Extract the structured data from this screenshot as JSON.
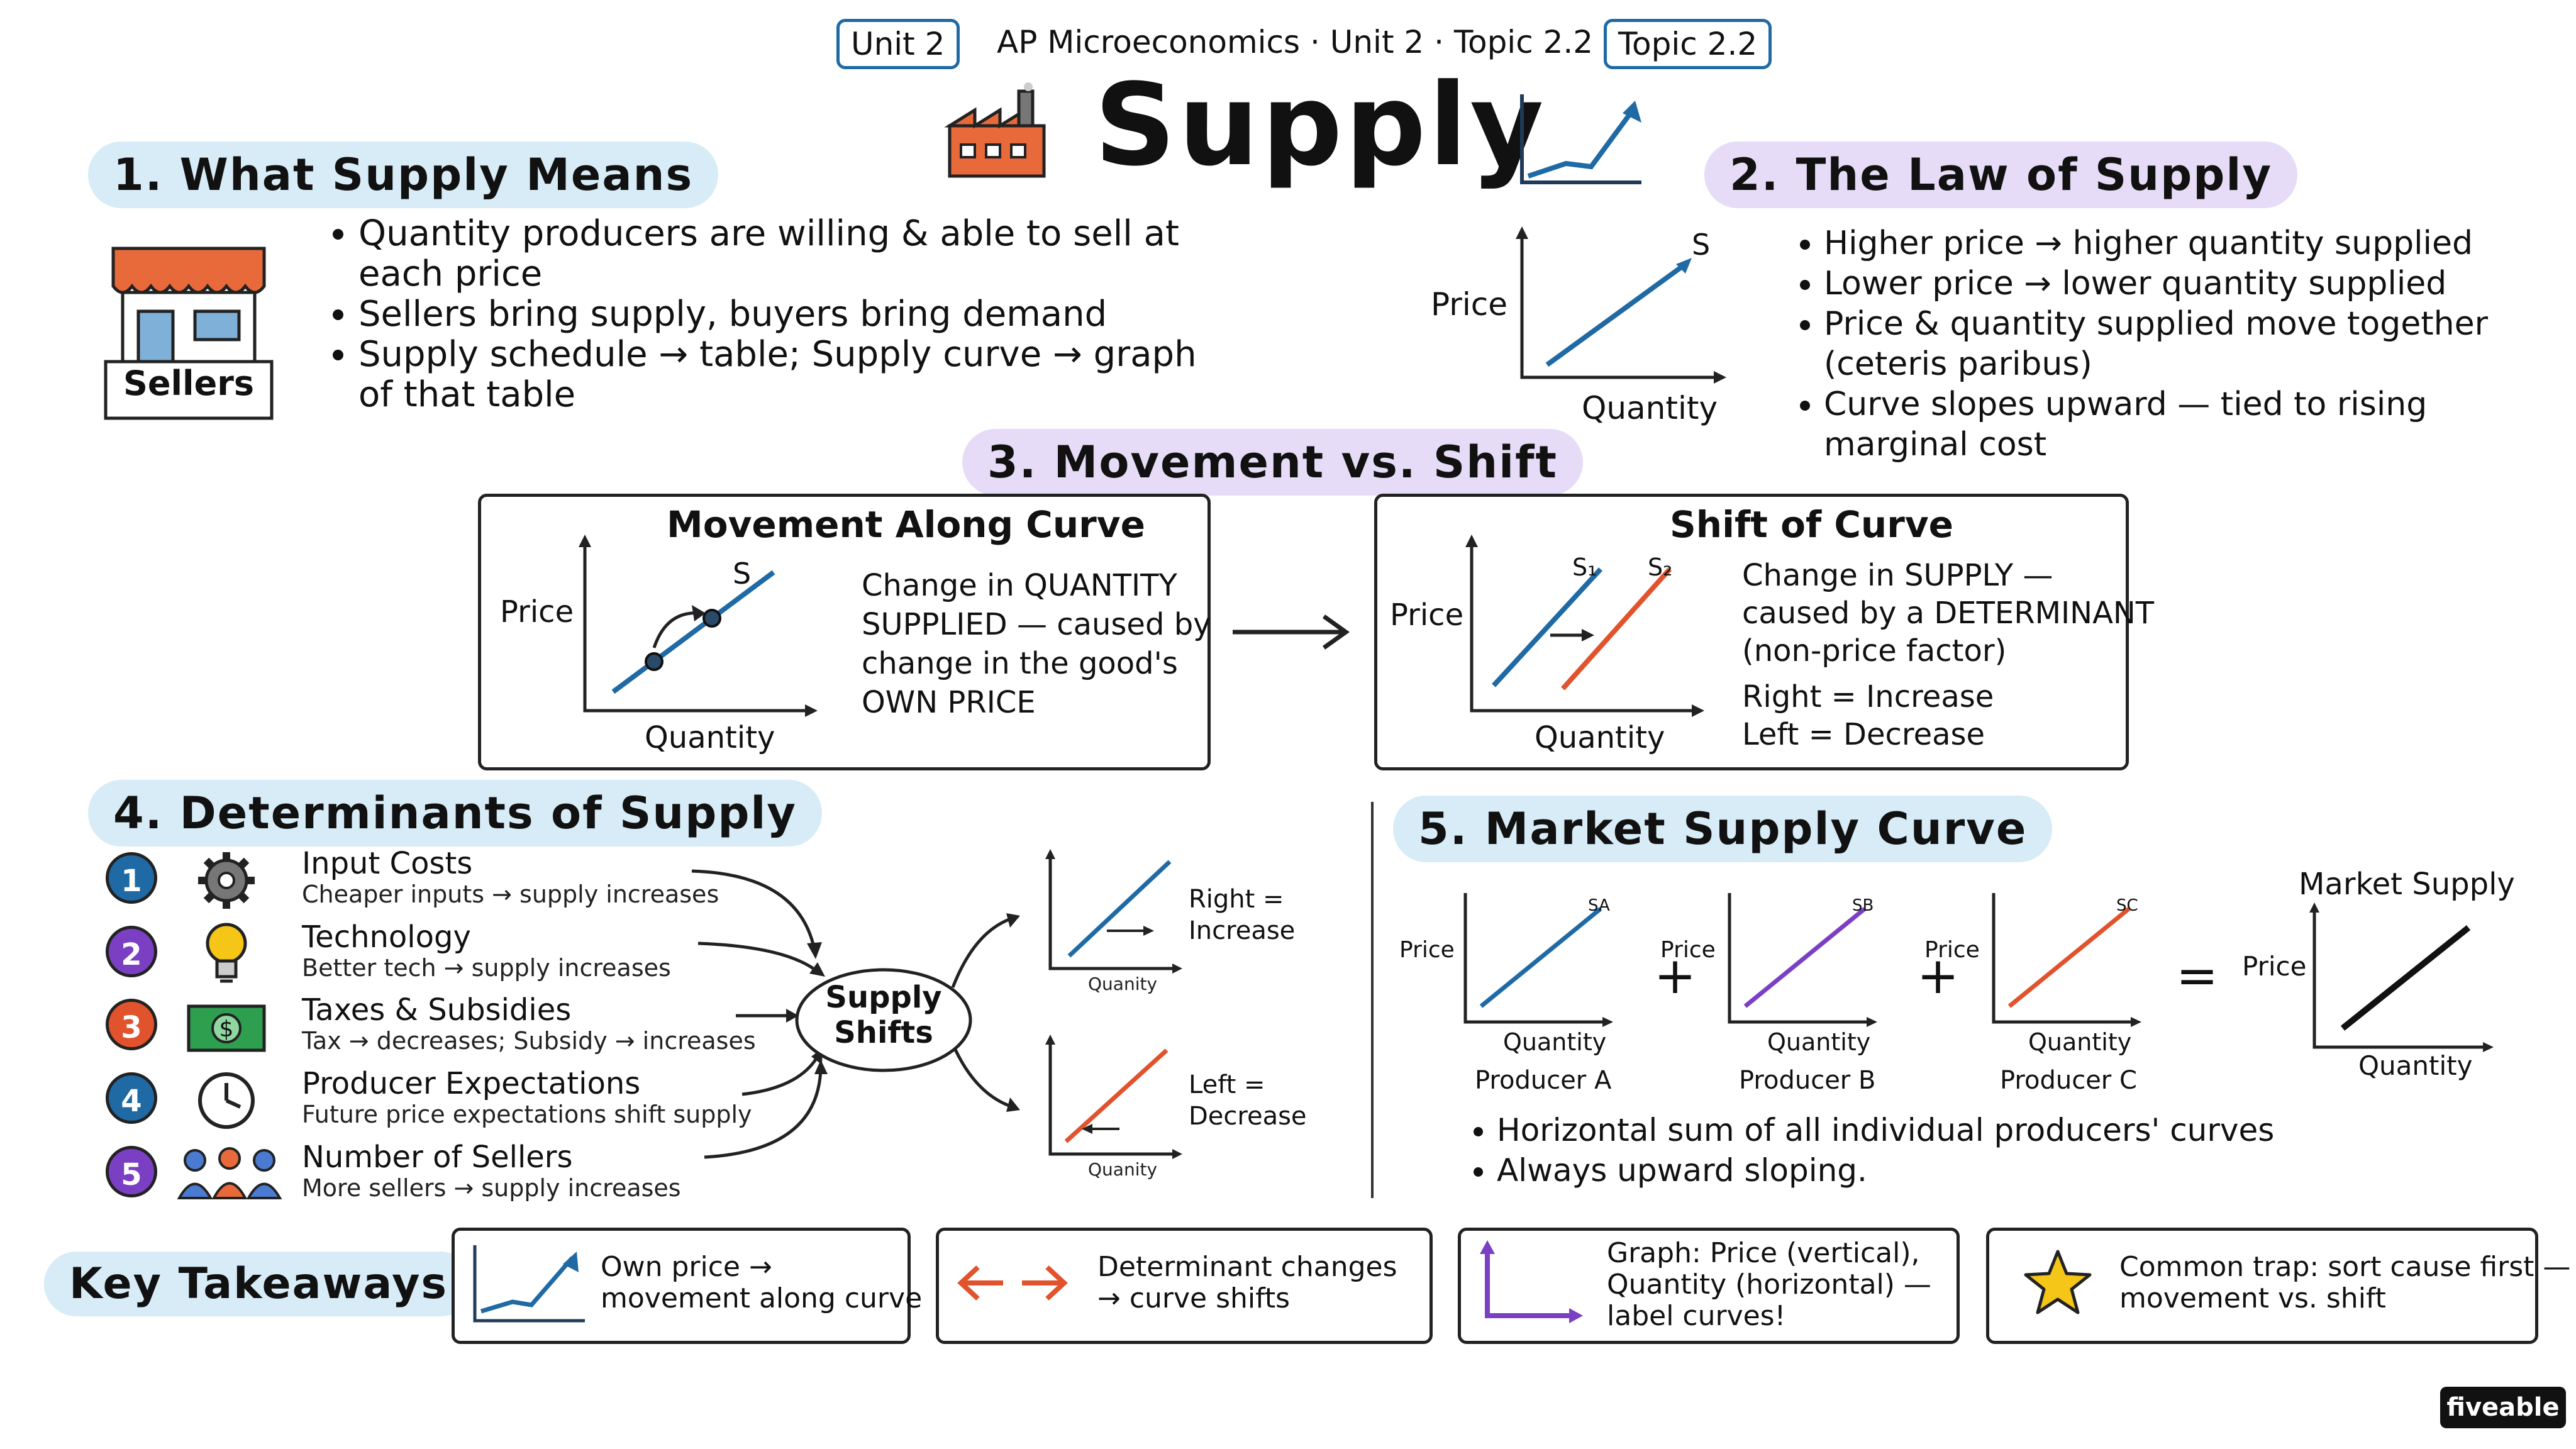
{
  "header": {
    "unit_tag": "Unit 2",
    "course": "AP Microeconomics · Unit 2 · Topic 2.2",
    "topic_tag": "Topic 2.2",
    "title": "Supply"
  },
  "section1": {
    "heading": "1. What Supply Means",
    "sellers_label": "Sellers",
    "bullets": [
      "Quantity producers are willing & able to sell at each price",
      "Sellers bring supply, buyers bring demand",
      "Supply schedule → table; Supply curve → graph of that table"
    ]
  },
  "section2": {
    "heading": "2. The Law of Supply",
    "graph": {
      "ylabel": "Price",
      "xlabel": "Quantity",
      "curve_label": "S"
    },
    "bullets": [
      "Higher price → higher quantity supplied",
      "Lower price → lower quantity supplied",
      "Price & quantity supplied move together (ceteris paribus)",
      "Curve slopes upward — tied to rising marginal cost"
    ]
  },
  "section3": {
    "heading": "3. Movement vs. Shift",
    "movement": {
      "title": "Movement Along Curve",
      "ylabel": "Price",
      "xlabel": "Quantity",
      "curve_label": "S",
      "text": [
        "Change in QUANTITY",
        "SUPPLIED — caused by",
        "change in the good's",
        "OWN PRICE"
      ]
    },
    "shift": {
      "title": "Shift of Curve",
      "ylabel": "Price",
      "xlabel": "Quantity",
      "curve1": "S₁",
      "curve2": "S₂",
      "text": [
        "Change in SUPPLY —",
        "caused by a DETERMINANT",
        "(non-price factor)"
      ],
      "right": "Right = Increase",
      "left": "Left = Decrease"
    }
  },
  "section4": {
    "heading": "4. Determinants of Supply",
    "hub": [
      "Supply",
      "Shifts"
    ],
    "items": [
      {
        "num": "1",
        "color": "#1f6aa5",
        "icon": "gear-icon",
        "title": "Input Costs",
        "sub": "Cheaper inputs → supply increases"
      },
      {
        "num": "2",
        "color": "#7b3fc4",
        "icon": "lightbulb-icon",
        "title": "Technology",
        "sub": "Better tech → supply increases"
      },
      {
        "num": "3",
        "color": "#e0532c",
        "icon": "dollar-bill-icon",
        "title": "Taxes & Subsidies",
        "sub": "Tax → decreases; Subsidy → increases"
      },
      {
        "num": "4",
        "color": "#1f6aa5",
        "icon": "clock-icon",
        "title": "Producer Expectations",
        "sub": "Future price expectations shift supply"
      },
      {
        "num": "5",
        "color": "#7b3fc4",
        "icon": "people-icon",
        "title": "Number of Sellers",
        "sub": "More sellers → supply increases"
      }
    ],
    "right_graph": {
      "label": [
        "Right =",
        "Increase"
      ],
      "xlabel": "Quanity"
    },
    "left_graph": {
      "label": [
        "Left =",
        "Decrease"
      ],
      "xlabel": "Quanity"
    }
  },
  "section5": {
    "heading": "5. Market Supply Curve",
    "producers": [
      {
        "name": "Producer A",
        "curve": "SA",
        "color": "#1f6aa5"
      },
      {
        "name": "Producer B",
        "curve": "SB",
        "color": "#7b3fc4"
      },
      {
        "name": "Producer C",
        "curve": "SC",
        "color": "#e0532c"
      }
    ],
    "ylabel": "Price",
    "xlabel": "Quantity",
    "market_title": "Market Supply",
    "bullets": [
      "Horizontal sum of all individual producers' curves",
      "Always upward sloping."
    ]
  },
  "takeaways": {
    "heading": "Key Takeaways",
    "cards": [
      {
        "icon": "trend-arrow-icon",
        "lines": [
          "Own price →",
          "movement along curve"
        ]
      },
      {
        "icon": "double-arrow-icon",
        "lines": [
          "Determinant changes",
          "→ curve shifts"
        ]
      },
      {
        "icon": "axes-icon",
        "lines": [
          "Graph: Price (vertical),",
          "Quantity (horizontal) —",
          "label curves!"
        ]
      },
      {
        "icon": "star-icon",
        "lines": [
          "Common trap: sort cause first —",
          "movement vs. shift"
        ]
      }
    ]
  },
  "brand": "fiveable",
  "colors": {
    "blue": "#1f6aa5",
    "purple": "#7b3fc4",
    "orange": "#e0532c",
    "highlight_blue": "#d7ecf7",
    "highlight_purple": "#e6dcf7"
  }
}
